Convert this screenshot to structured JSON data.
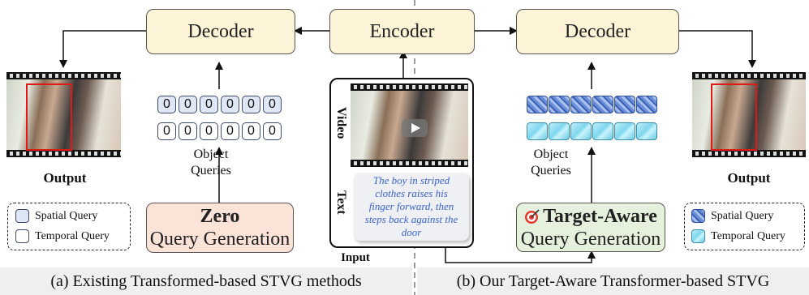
{
  "blocks": {
    "decoder_left": "Decoder",
    "encoder": "Encoder",
    "decoder_right": "Decoder"
  },
  "left": {
    "output_label": "Output",
    "object_queries": "Object\nQueries",
    "query_values": [
      "0",
      "0",
      "0",
      "0",
      "0",
      "0"
    ],
    "legend_spatial": "Spatial Query",
    "legend_temporal": "Temporal Query",
    "gen_bold": "Zero",
    "gen_rest": "Query Generation",
    "caption": "(a) Existing Transformed-based STVG methods"
  },
  "input": {
    "video_label": "Video",
    "text_label": "Text",
    "text_query": "The boy in striped clothes raises his finger forward, then steps back against the door",
    "input_label": "Input"
  },
  "right": {
    "output_label": "Output",
    "object_queries": "Object\nQueries",
    "legend_spatial": "Spatial Query",
    "legend_temporal": "Temporal Query",
    "gen_bold": "Target-Aware",
    "gen_rest": "Query Generation",
    "caption": "(b) Our Target-Aware Transformer-based STVG"
  },
  "colors": {
    "block_fill": "#fdf3d6",
    "zero_gen_fill": "#fbe3d8",
    "target_gen_fill": "#e6f1dd",
    "bbox_red": "#e01818",
    "text_blue": "#3b63c9"
  }
}
